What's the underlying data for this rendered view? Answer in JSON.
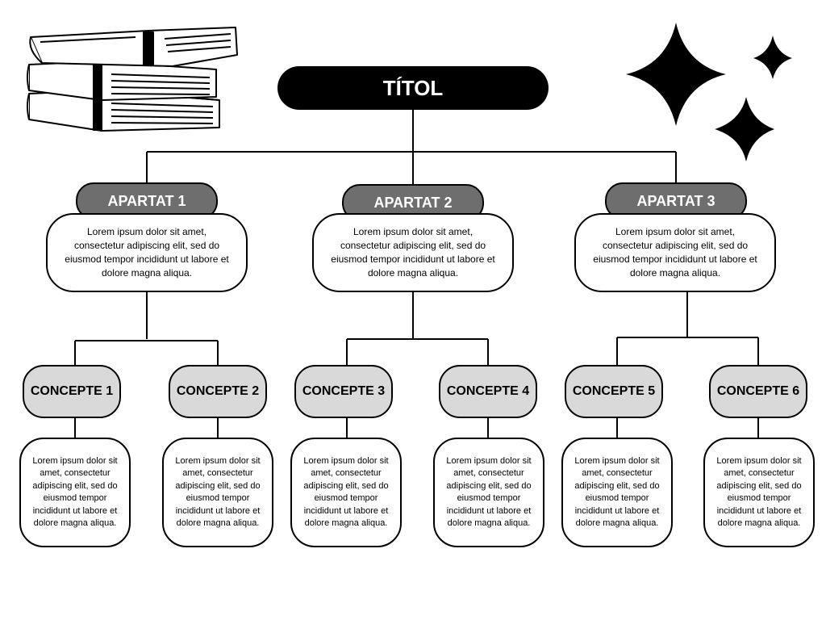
{
  "title": "TÍTOL",
  "sections": [
    {
      "label": "APARTAT 1",
      "text": "Lorem ipsum dolor sit amet, consectetur adipiscing elit, sed do eiusmod tempor incididunt ut labore et dolore magna aliqua."
    },
    {
      "label": "APARTAT 2",
      "text": "Lorem ipsum dolor sit amet, consectetur adipiscing elit, sed do eiusmod tempor incididunt ut labore et dolore magna aliqua."
    },
    {
      "label": "APARTAT 3",
      "text": "Lorem ipsum dolor sit amet, consectetur adipiscing elit, sed do eiusmod tempor incididunt ut labore et dolore magna aliqua."
    }
  ],
  "concepts": [
    {
      "label": "CONCEPTE 1",
      "text": "Lorem ipsum dolor sit amet, consectetur adipiscing elit, sed do eiusmod tempor incididunt ut labore et dolore magna aliqua."
    },
    {
      "label": "CONCEPTE 2",
      "text": "Lorem ipsum dolor sit amet, consectetur adipiscing elit, sed do eiusmod tempor incididunt ut labore et dolore magna aliqua."
    },
    {
      "label": "CONCEPTE 3",
      "text": "Lorem ipsum dolor sit amet, consectetur adipiscing elit, sed do eiusmod tempor incididunt ut labore et dolore magna aliqua."
    },
    {
      "label": "CONCEPTE 4",
      "text": "Lorem ipsum dolor sit amet, consectetur adipiscing elit, sed do eiusmod tempor incididunt ut labore et dolore magna aliqua."
    },
    {
      "label": "CONCEPTE 5",
      "text": "Lorem ipsum dolor sit amet, consectetur adipiscing elit, sed do eiusmod tempor incididunt ut labore et dolore magna aliqua."
    },
    {
      "label": "CONCEPTE 6",
      "text": "Lorem ipsum dolor sit amet, consectetur adipiscing elit, sed do eiusmod tempor incididunt ut labore et dolore magna aliqua."
    }
  ],
  "decorations": {
    "books_icon": "stacked-books-icon",
    "stars_icon": "sparkle-stars-icon"
  },
  "colors": {
    "title_bg": "#000000",
    "section_bg": "#6e6e6e",
    "concept_bg": "#d9d9d9"
  }
}
